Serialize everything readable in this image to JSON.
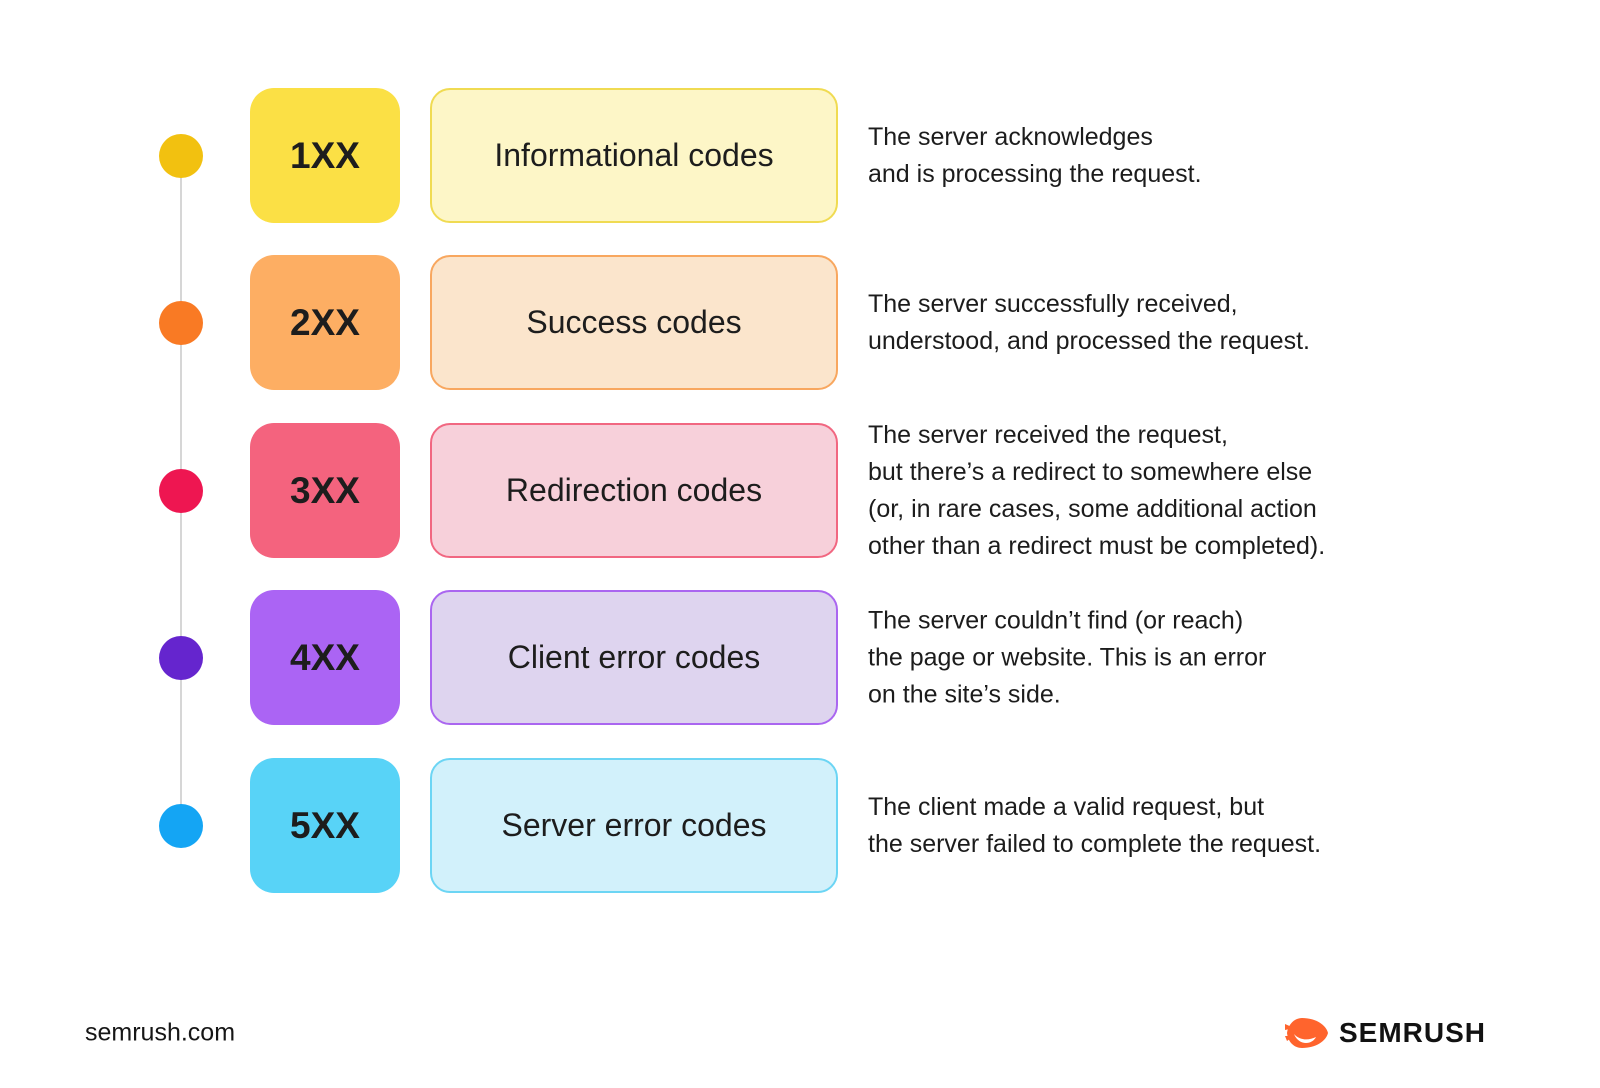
{
  "rows": [
    {
      "code": "1XX",
      "category": "Informational codes",
      "description": "The server acknowledges\nand is processing the request.",
      "colors": {
        "dot": "#F2C110",
        "box": "#FBE045",
        "panel_bg": "#FDF6C7",
        "panel_border": "#F0DB52"
      }
    },
    {
      "code": "2XX",
      "category": "Success codes",
      "description": "The server successfully received,\nunderstood, and processed the request.",
      "colors": {
        "dot": "#F97A24",
        "box": "#FDAE63",
        "panel_bg": "#FBE5CC",
        "panel_border": "#F8A75F"
      }
    },
    {
      "code": "3XX",
      "category": "Redirection codes",
      "description": "The server received the request,\nbut there’s a redirect to somewhere else\n(or, in rare cases, some additional action\nother than a redirect must be completed).",
      "colors": {
        "dot": "#EE1651",
        "box": "#F4637E",
        "panel_bg": "#F7D0DA",
        "panel_border": "#F16781"
      }
    },
    {
      "code": "4XX",
      "category": "Client error codes",
      "description": "The server couldn’t find (or reach)\nthe page or website. This is an error\non the site’s side.",
      "colors": {
        "dot": "#6525CE",
        "box": "#AB64F4",
        "panel_bg": "#DED4EF",
        "panel_border": "#AA66F0"
      }
    },
    {
      "code": "5XX",
      "category": "Server error codes",
      "description": "The client made a valid request, but\nthe server failed to complete the request.",
      "colors": {
        "dot": "#14A5F4",
        "box": "#58D3F7",
        "panel_bg": "#D2F1FB",
        "panel_border": "#6CD5F4"
      }
    }
  ],
  "footer": {
    "site": "semrush.com",
    "brand": "SEMRUSH",
    "brand_color": "#FF642D"
  }
}
